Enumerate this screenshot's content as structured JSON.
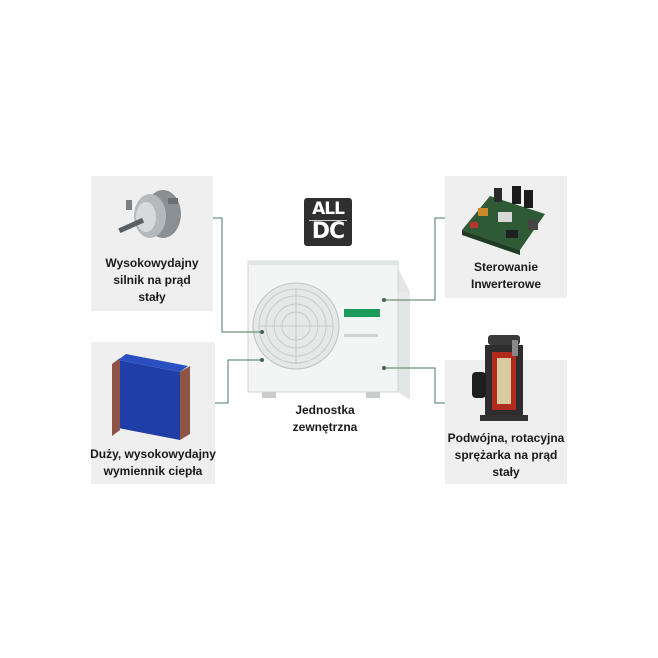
{
  "logo": {
    "line1": "ALL",
    "line2": "DC"
  },
  "unit_label": {
    "line1": "Jednostka",
    "line2": "zewnętrzna"
  },
  "callouts": {
    "motor": {
      "lines": [
        "Wysokowydajny",
        "silnik na prąd",
        "stały"
      ]
    },
    "inverter": {
      "lines": [
        "Sterowanie",
        "Inwerterowe"
      ]
    },
    "heat_exchanger": {
      "lines": [
        "Duży, wysokowydajny",
        "wymiennik ciepła"
      ]
    },
    "compressor": {
      "lines": [
        "Podwójna, rotacyjna",
        "sprężarka na prąd",
        "stały"
      ]
    }
  },
  "colors": {
    "panel_bg": "#efefef",
    "connector_line": "#4a7a5c",
    "logo_bg": "#2f2f2f",
    "heat_exchanger_blue": "#1f3fa6",
    "brand_green": "#1d9a5a"
  }
}
